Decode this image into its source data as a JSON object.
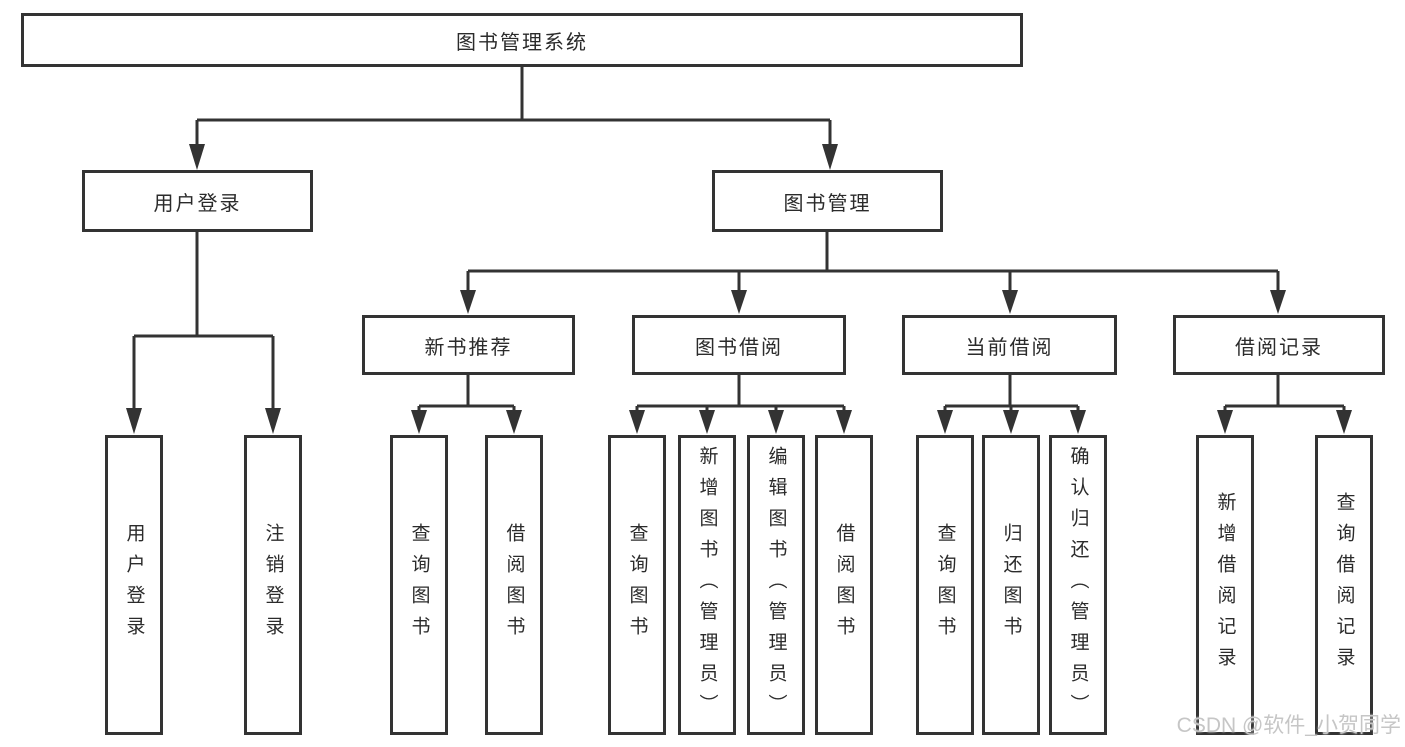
{
  "tree": {
    "label": "图书管理系统",
    "children": [
      {
        "label": "用户登录",
        "children": [
          {
            "label": "用户登录"
          },
          {
            "label": "注销登录"
          }
        ]
      },
      {
        "label": "图书管理",
        "children": [
          {
            "label": "新书推荐",
            "children": [
              {
                "label": "查询图书"
              },
              {
                "label": "借阅图书"
              }
            ]
          },
          {
            "label": "图书借阅",
            "children": [
              {
                "label": "查询图书"
              },
              {
                "label": "新增图书（管理员）"
              },
              {
                "label": "编辑图书（管理员）"
              },
              {
                "label": "借阅图书"
              }
            ]
          },
          {
            "label": "当前借阅",
            "children": [
              {
                "label": "查询图书"
              },
              {
                "label": "归还图书"
              },
              {
                "label": "确认归还（管理员）"
              }
            ]
          },
          {
            "label": "借阅记录",
            "children": [
              {
                "label": "新增借阅记录"
              },
              {
                "label": "查询借阅记录"
              }
            ]
          }
        ]
      }
    ]
  },
  "watermark": "CSDN @软件_小贺同学",
  "colors": {
    "line": "#333333",
    "text": "#2b2b2b",
    "box_fill": "#ffffff",
    "watermark": "#c6c6c6"
  }
}
